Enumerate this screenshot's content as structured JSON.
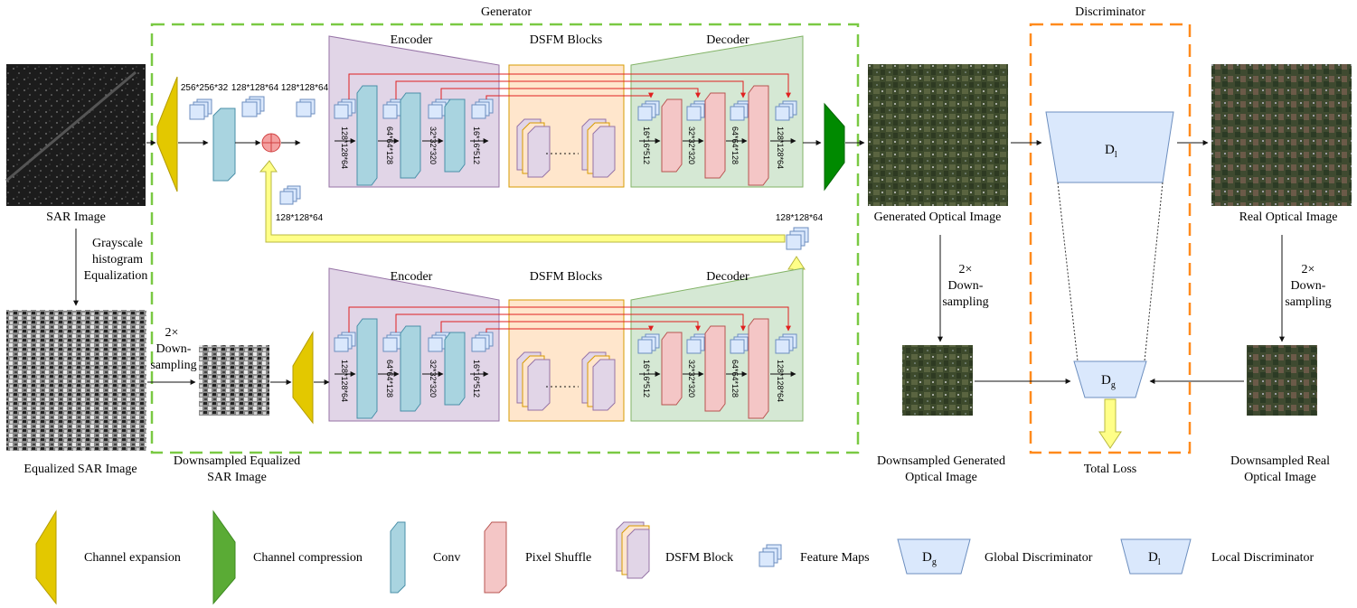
{
  "titles": {
    "generator": "Generator",
    "discriminator": "Discriminator"
  },
  "sections": {
    "encoder": "Encoder",
    "dsfm": "DSFM Blocks",
    "decoder": "Decoder"
  },
  "images": {
    "sar": "SAR Image",
    "equalized": "Equalized SAR Image",
    "down_eq_1": "Downsampled Equalized",
    "down_eq_2": "SAR Image",
    "generated": "Generated Optical Image",
    "real": "Real Optical Image",
    "down_gen_1": "Downsampled Generated",
    "down_gen_2": "Optical Image",
    "down_real_1": "Downsampled Real",
    "down_real_2": "Optical Image",
    "total_loss": "Total Loss"
  },
  "steps": {
    "gray_1": "Grayscale",
    "gray_2": "histogram",
    "gray_3": "Equalization",
    "ds_1": "2×",
    "ds_2": "Down-",
    "ds_3": "sampling"
  },
  "dims": {
    "d256": "256*256*32",
    "d128": "128*128*64",
    "enc": [
      "128*128*64",
      "64*64*128",
      "32*32*320",
      "16*16*512"
    ],
    "dec": [
      "16*16*512",
      "32*32*320",
      "64*64*128",
      "128*128*64"
    ]
  },
  "disc": {
    "local": "D",
    "local_sub": "l",
    "global": "D",
    "global_sub": "g"
  },
  "legend": {
    "channel_expansion": "Channel expansion",
    "channel_compression": "Channel compression",
    "conv": "Conv",
    "pixel_shuffle": "Pixel Shuffle",
    "dsfm_block": "DSFM Block",
    "feature_maps": "Feature Maps",
    "global_disc": "Global Discriminator",
    "local_disc": "Local Discriminator"
  },
  "colors": {
    "generator_border": "#7ac943",
    "discriminator_border": "#ff8a1c",
    "encoder_fill": "#e1d5e7",
    "dsfm_fill": "#ffe6cc",
    "decoder_fill": "#d5e8d4",
    "conv_fill": "#a9d4e0",
    "pixel_shuffle_fill": "#f4c6c6",
    "expansion_fill": "#e3c800",
    "compression_fill": "#008a00",
    "feature_fill": "#dae8fc",
    "skip_line": "#e02020",
    "arrow_yellow": "#ffff88"
  }
}
